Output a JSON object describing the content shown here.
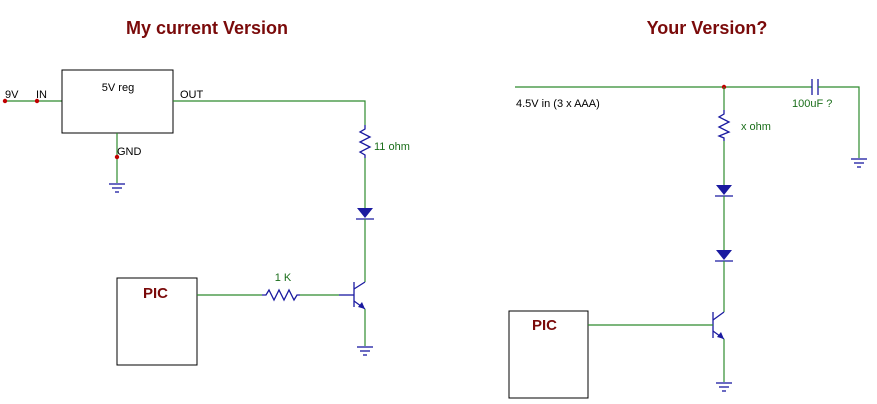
{
  "left": {
    "title": "My current Version",
    "in_voltage": "9V",
    "in_pin": "IN",
    "regulator": "5V reg",
    "out_pin": "OUT",
    "gnd_pin": "GND",
    "resistor_led": "11 ohm",
    "resistor_base": "1 K",
    "pic": "PIC"
  },
  "right": {
    "title": "Your Version?",
    "supply": "4.5V in (3 x AAA)",
    "capacitor": "100uF ?",
    "resistor_led": "x ohm",
    "pic": "PIC"
  },
  "colors": {
    "wire": "#2e8b2e",
    "component": "#1a1aa0",
    "node": "#c00000",
    "title": "#7a0a0a"
  }
}
